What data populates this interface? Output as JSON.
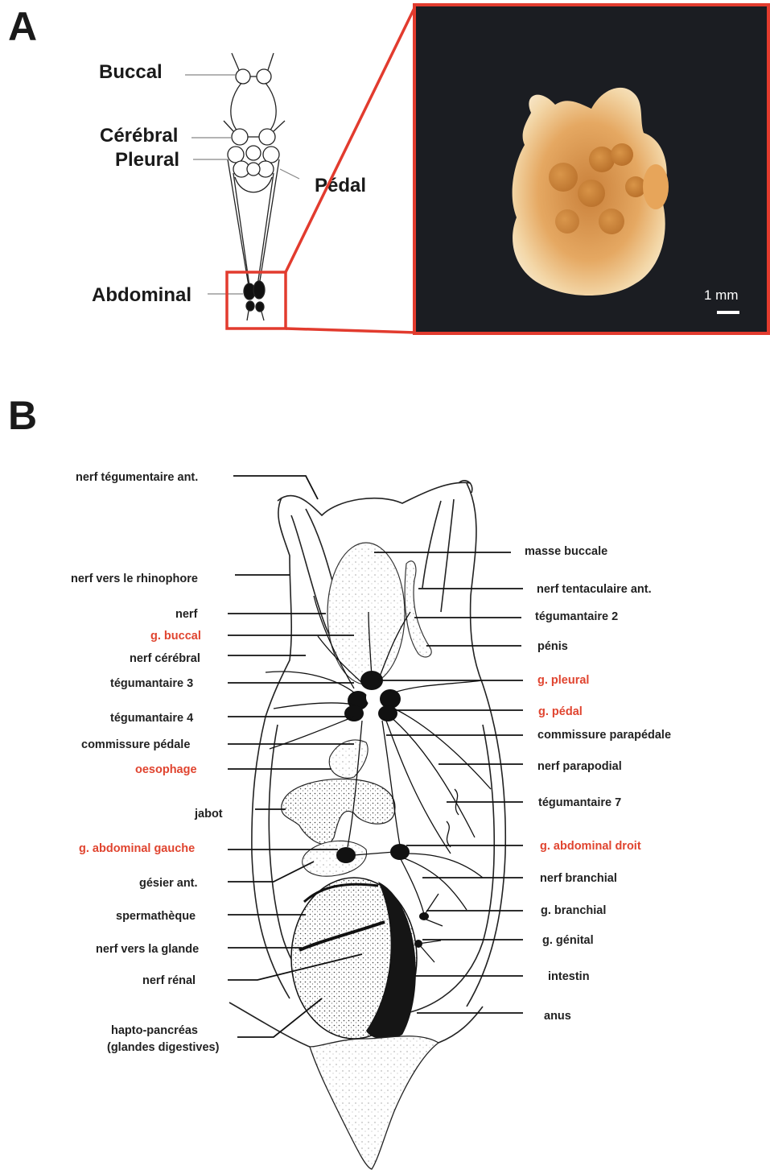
{
  "panel_a": {
    "letter": "A",
    "labels": {
      "buccal": "Buccal",
      "cerebral": "Cérébral",
      "pleural": "Pleural",
      "pedal": "Pédal",
      "abdominal": "Abdominal"
    },
    "scale_bar": "1 mm",
    "accent_color": "#e23b2e"
  },
  "panel_b": {
    "letter": "B",
    "left_labels": [
      {
        "text": "nerf tégumentaire ant.",
        "highlight": false
      },
      {
        "text": "nerf vers le rhinophore",
        "highlight": false
      },
      {
        "text": "nerf",
        "highlight": false
      },
      {
        "text": "g. buccal",
        "highlight": true
      },
      {
        "text": "nerf cérébral",
        "highlight": false
      },
      {
        "text": "tégumantaire 3",
        "highlight": false
      },
      {
        "text": "tégumantaire 4",
        "highlight": false
      },
      {
        "text": "commissure pédale",
        "highlight": false
      },
      {
        "text": "oesophage",
        "highlight": true
      },
      {
        "text": "jabot",
        "highlight": false
      },
      {
        "text": "g. abdominal gauche",
        "highlight": true
      },
      {
        "text": "gésier ant.",
        "highlight": false
      },
      {
        "text": "spermathèque",
        "highlight": false
      },
      {
        "text": "nerf vers la glande",
        "highlight": false
      },
      {
        "text": "nerf rénal",
        "highlight": false
      },
      {
        "text": "hapto-pancréas",
        "highlight": false
      },
      {
        "text": "(glandes digestives)",
        "highlight": false
      }
    ],
    "right_labels": [
      {
        "text": "masse buccale",
        "highlight": false
      },
      {
        "text": "nerf tentaculaire ant.",
        "highlight": false
      },
      {
        "text": "tégumantaire 2",
        "highlight": false
      },
      {
        "text": "pénis",
        "highlight": false
      },
      {
        "text": "g. pleural",
        "highlight": true
      },
      {
        "text": "g. pédal",
        "highlight": true
      },
      {
        "text": "commissure parapédale",
        "highlight": false
      },
      {
        "text": "nerf parapodial",
        "highlight": false
      },
      {
        "text": "tégumantaire 7",
        "highlight": false
      },
      {
        "text": "g. abdominal droit",
        "highlight": true
      },
      {
        "text": "nerf branchial",
        "highlight": false
      },
      {
        "text": "g. branchial",
        "highlight": false
      },
      {
        "text": "g. génital",
        "highlight": false
      },
      {
        "text": "intestin",
        "highlight": false
      },
      {
        "text": "anus",
        "highlight": false
      }
    ],
    "highlight_color": "#e0442f"
  }
}
